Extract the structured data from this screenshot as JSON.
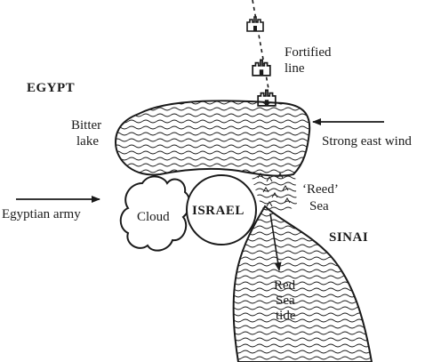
{
  "labels": {
    "egypt": "EGYPT",
    "fortified_line_1": "Fortified",
    "fortified_line_2": "line",
    "bitter_lake_1": "Bitter",
    "bitter_lake_2": "lake",
    "strong_wind": "Strong east wind",
    "egyptian_army": "Egyptian army",
    "cloud": "Cloud",
    "israel": "ISRAEL",
    "reed_sea_1": "‘Reed’",
    "reed_sea_2": "Sea",
    "sinai": "SINAI",
    "red_sea_1": "Red",
    "red_sea_2": "Sea",
    "red_sea_3": "tide"
  },
  "colors": {
    "ink": "#1a1a1a",
    "paper": "#ffffff"
  },
  "icons": {
    "fort": "castle-tower-icon",
    "arrow": "arrow-icon"
  }
}
